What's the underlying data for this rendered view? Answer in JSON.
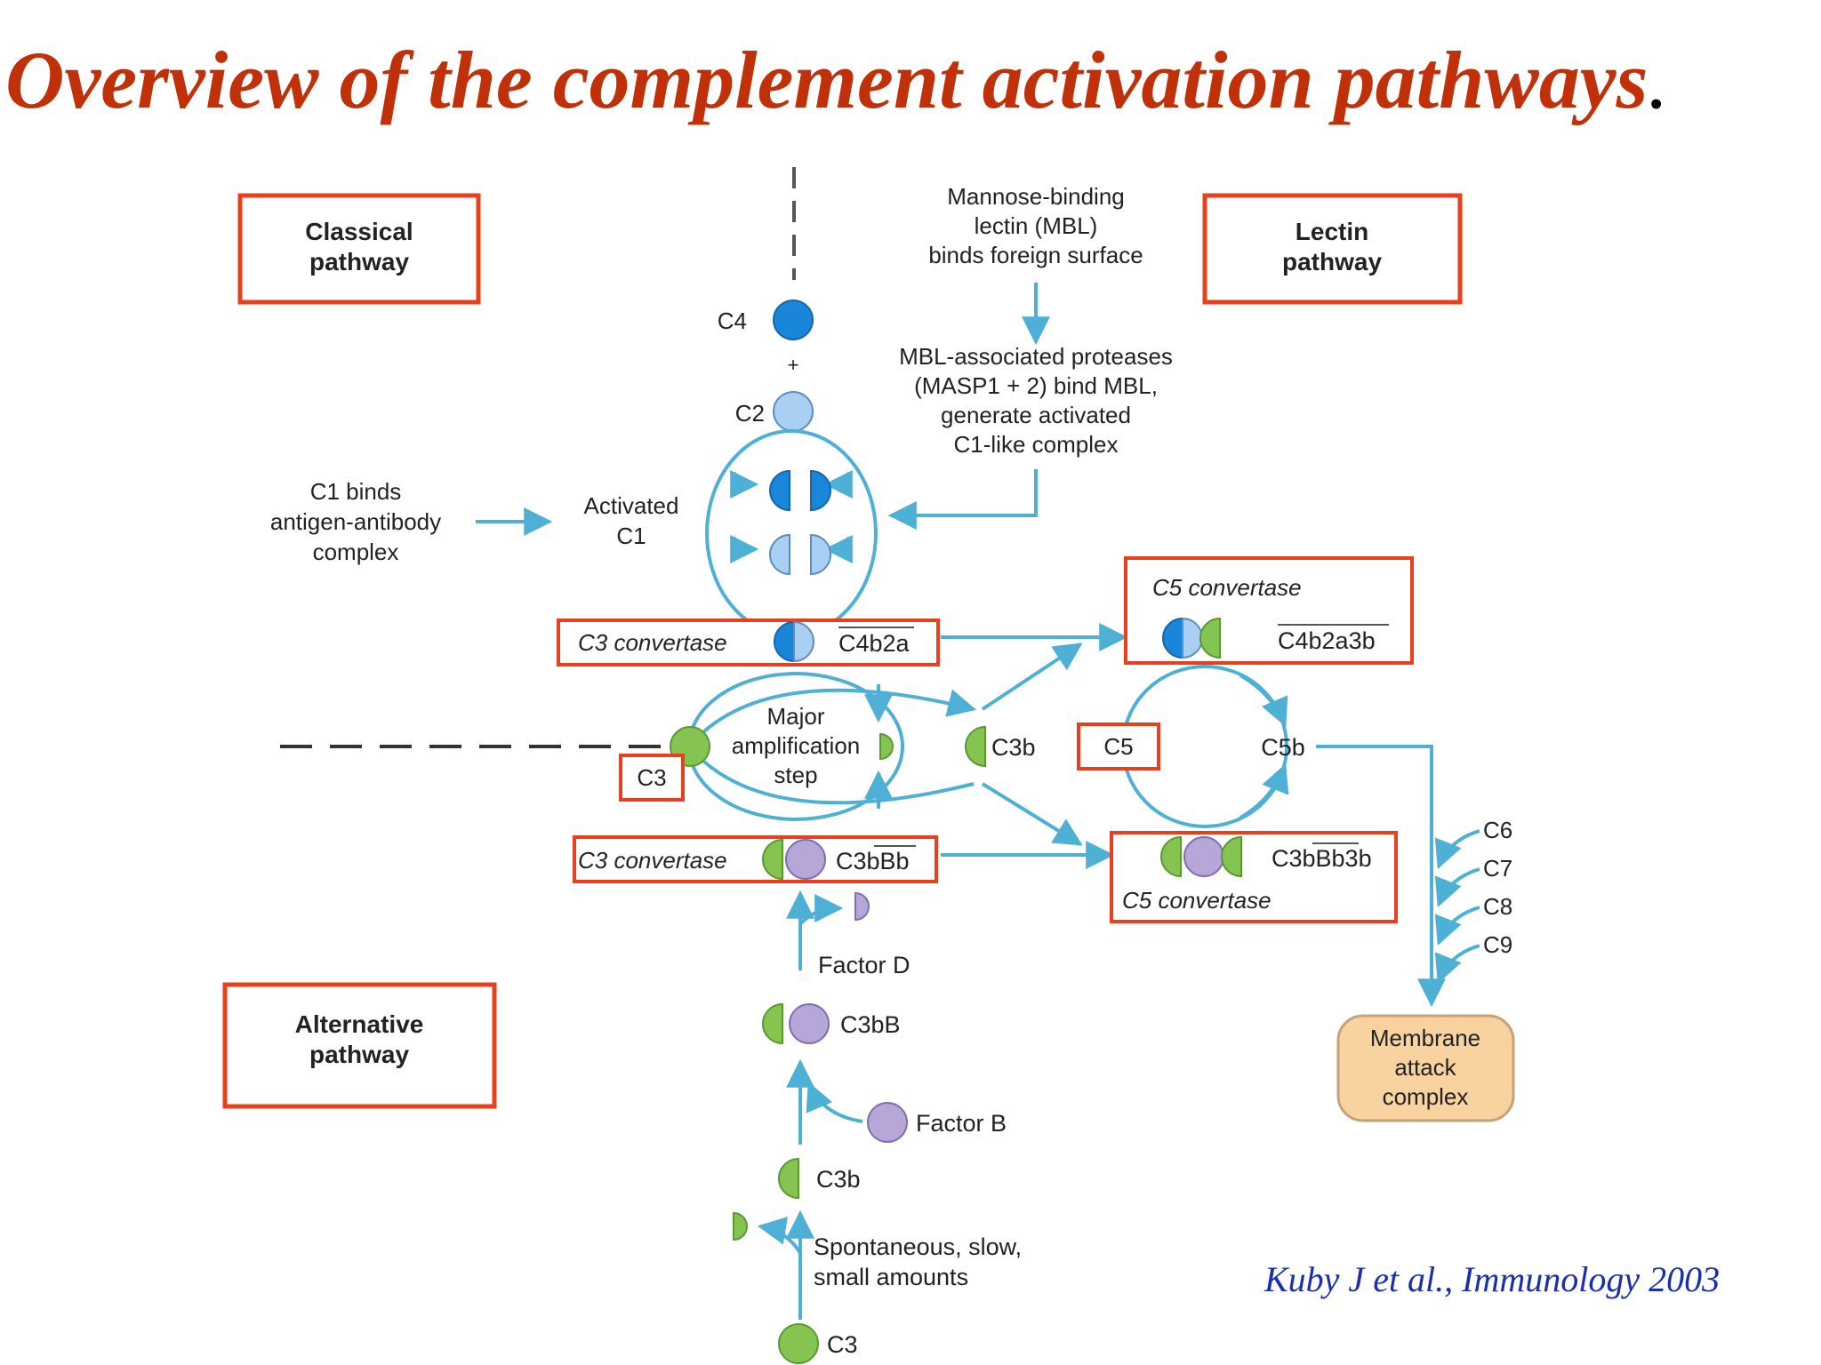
{
  "title": "Overview of the complement activation pathways",
  "title_period": ".",
  "pathway_boxes": {
    "classical": [
      "Classical",
      "pathway"
    ],
    "lectin": [
      "Lectin",
      "pathway"
    ],
    "alternative": [
      "Alternative",
      "pathway"
    ]
  },
  "lectin_text": {
    "mbl_line1": "Mannose-binding",
    "mbl_line2": "lectin (MBL)",
    "mbl_line3": "binds foreign surface",
    "masp_line1": "MBL-associated proteases",
    "masp_line2": "(MASP1 + 2) bind MBL,",
    "masp_line3": "generate activated",
    "masp_line4": "C1-like complex"
  },
  "classical_text": {
    "c1_line1": "C1 binds",
    "c1_line2": "antigen-antibody",
    "c1_line3": "complex",
    "activated_line1": "Activated",
    "activated_line2": "C1"
  },
  "components": {
    "c4": "C4",
    "plus": "+",
    "c2": "C2",
    "c3": "C3",
    "c3b": "C3b",
    "c5": "C5",
    "c5b": "C5b",
    "c3_bottom": "C3",
    "c3b_bottom": "C3b",
    "c3bB": "C3bB",
    "factor_b": "Factor B",
    "factor_d": "Factor D",
    "c6": "C6",
    "c7": "C7",
    "c8": "C8",
    "c9": "C9"
  },
  "convertases": {
    "c3_classical_label": "C3 convertase",
    "c3_classical_name": "C4b2a",
    "c3_alternative_label": "C3 convertase",
    "c3_alternative_name": "C3bBb",
    "c5_classical_label": "C5 convertase",
    "c5_classical_name": "C4b2a3b",
    "c5_alternative_label": "C5 convertase",
    "c5_alternative_name": "C3bBb3b"
  },
  "amplification": [
    "Major",
    "amplification",
    "step"
  ],
  "spontaneous": [
    "Spontaneous, slow,",
    "small amounts"
  ],
  "mac": [
    "Membrane",
    "attack",
    "complex"
  ],
  "citation": "Kuby J et al., Immunology 2003",
  "colors": {
    "title": "#c0310a",
    "box_border": "#e8401c",
    "arrow": "#4fb0d6",
    "c4_blue": "#1a86d9",
    "c2_lightblue": "#a9cff2",
    "c3_green": "#86c452",
    "factor_b_purple": "#b7a6d8",
    "mac_fill": "#f8d3a0",
    "citation": "#1a2fb0"
  }
}
